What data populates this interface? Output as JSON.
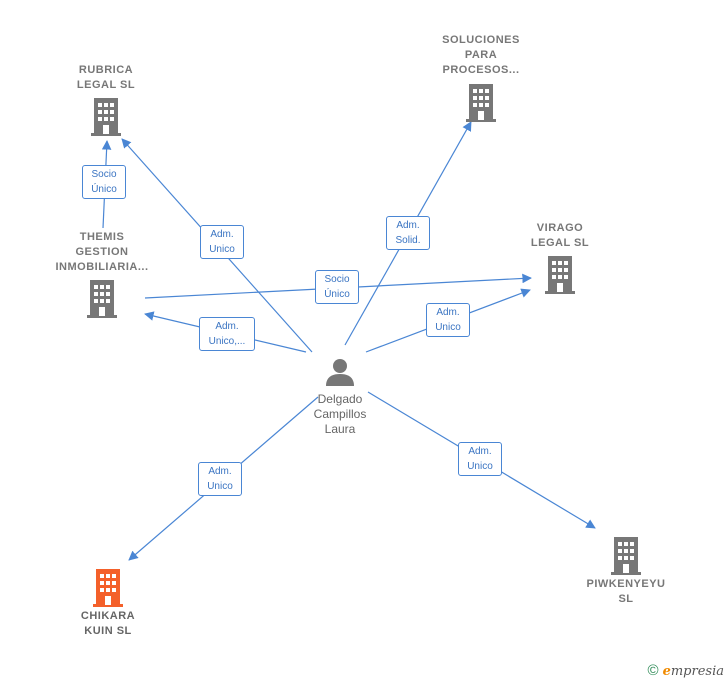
{
  "colors": {
    "edge": "#4a86d4",
    "building": "#777777",
    "building_highlight": "#f4602a",
    "person": "#777777"
  },
  "center": {
    "name": "Delgado\nCampillos\nLaura",
    "icon": "person-icon"
  },
  "companies": [
    {
      "id": "rubrica",
      "name": "RUBRICA\nLEGAL  SL",
      "icon": "building-icon"
    },
    {
      "id": "soluciones",
      "name": "SOLUCIONES\nPARA\nPROCESOS...",
      "icon": "building-icon"
    },
    {
      "id": "themis",
      "name": "THEMIS\nGESTION\nINMOBILIARIA...",
      "icon": "building-icon"
    },
    {
      "id": "virago",
      "name": "VIRAGO\nLEGAL  SL",
      "icon": "building-icon"
    },
    {
      "id": "chikara",
      "name": "CHIKARA\nKUIN  SL",
      "icon": "building-icon",
      "highlight": true
    },
    {
      "id": "piwkenyeyu",
      "name": "PIWKENYEYU\nSL",
      "icon": "building-icon"
    }
  ],
  "relations": [
    {
      "from": "center",
      "to": "rubrica",
      "label": "Adm.\nUnico"
    },
    {
      "from": "themis",
      "to": "rubrica",
      "label": "Socio\nÚnico"
    },
    {
      "from": "center",
      "to": "soluciones",
      "label": "Adm.\nSolid."
    },
    {
      "from": "themis",
      "to": "virago",
      "label": "Socio\nÚnico"
    },
    {
      "from": "center",
      "to": "virago",
      "label": "Adm.\nUnico"
    },
    {
      "from": "center",
      "to": "themis",
      "label": "Adm.\nUnico,..."
    },
    {
      "from": "center",
      "to": "chikara",
      "label": "Adm.\nUnico"
    },
    {
      "from": "center",
      "to": "piwkenyeyu",
      "label": "Adm.\nUnico"
    }
  ],
  "footer": {
    "copyright_symbol": "©",
    "brand_first": "e",
    "brand_rest": "mpresia"
  }
}
